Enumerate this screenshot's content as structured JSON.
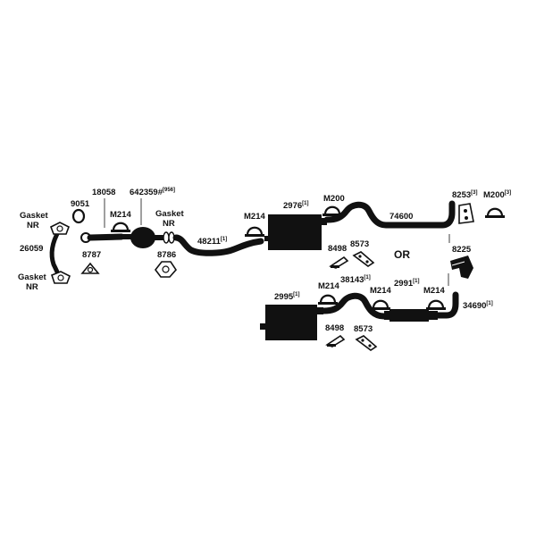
{
  "labels": {
    "gasket_top": [
      "Gasket",
      "NR"
    ],
    "gasket_bottom": [
      "Gasket",
      "NR"
    ],
    "gasket_mid": [
      "Gasket",
      "NR"
    ],
    "p26059": "26059",
    "p9051": "9051",
    "p18058": "18058",
    "p8787": "8787",
    "m214_a": "M214",
    "p642359": "642359#",
    "p642359_sup": "[956]",
    "p8786": "8786",
    "p48211": "48211",
    "p48211_sup": "[1]",
    "m214_b": "M214",
    "p2976": "2976",
    "p2976_sup": "[1]",
    "m200_a": "M200",
    "p74600": "74600",
    "p8253": "8253",
    "p8253_sup": "[3]",
    "m200_b": "M200",
    "m200_b_sup": "[3]",
    "p8498_a": "8498",
    "p8573_a": "8573",
    "or": "OR",
    "p8225": "8225",
    "m214_c": "M214",
    "p38143": "38143",
    "p38143_sup": "[1]",
    "p2991": "2991",
    "p2991_sup": "[1]",
    "m214_d": "M214",
    "m214_e": "M214",
    "p34690": "34690",
    "p34690_sup": "[1]",
    "p2995": "2995",
    "p2995_sup": "[1]",
    "p8498_b": "8498",
    "p8573_b": "8573"
  }
}
